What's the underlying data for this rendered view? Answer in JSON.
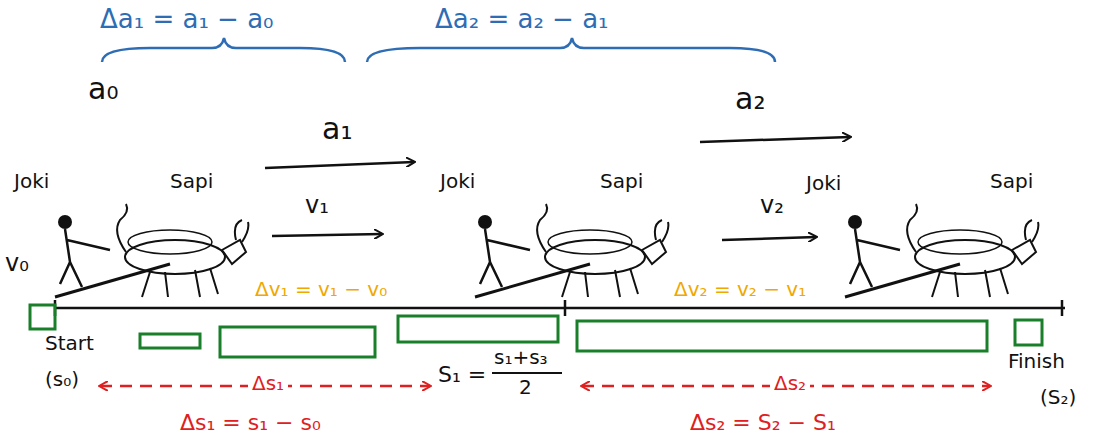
{
  "diagram": {
    "labels": [
      "Δa₁ = a₁ − a₀",
      "Δa₂ = a₂ − a₁",
      "a₀",
      "a₁",
      "a₂",
      "Joki",
      "Sapi",
      "v₁",
      "Joki",
      "Sapi",
      "v₂",
      "Joki",
      "Sapi",
      "v₀",
      "Δv₁ = v₁ − v₀",
      "Δv₂ = v₂ − v₁",
      "Start",
      "(s₀)",
      "Δs₁",
      "S₁ =",
      "s₁+s₃",
      "2",
      "Δs₂",
      "Finish",
      "(S₂)",
      "Δs₁ = s₁ − s₀",
      "Δs₂ = S₂ − S₁"
    ]
  }
}
